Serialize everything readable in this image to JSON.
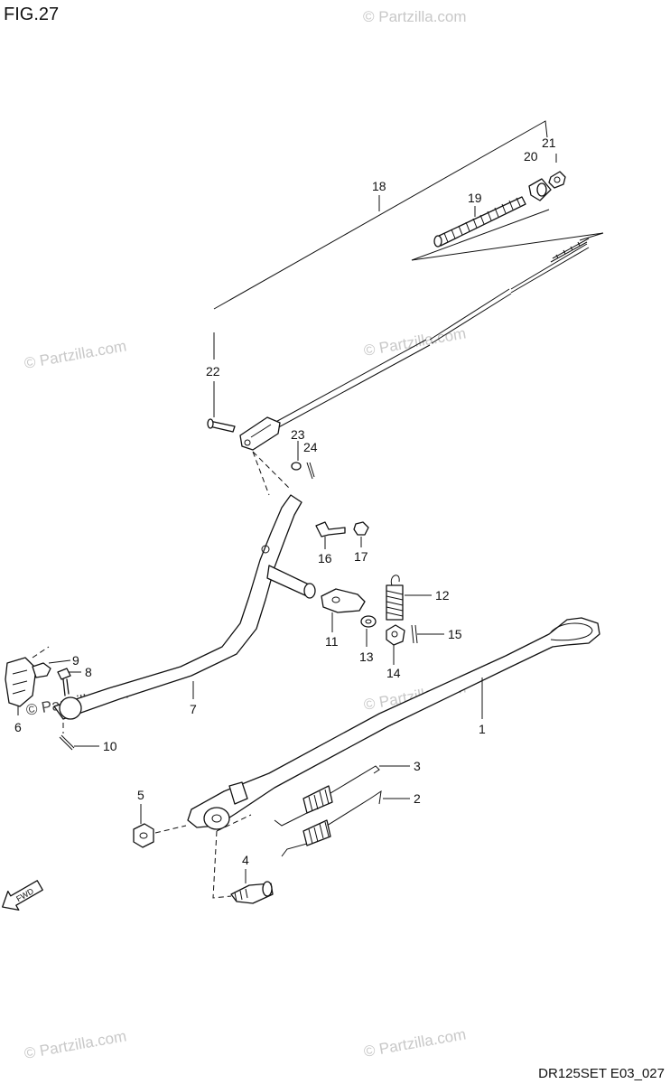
{
  "figure": {
    "title": "FIG.27",
    "code": "DR125SET E03_027"
  },
  "watermark": {
    "text": "© Partzilla.com"
  },
  "callouts": {
    "c1": "1",
    "c2": "2",
    "c3": "3",
    "c4": "4",
    "c5": "5",
    "c6": "6",
    "c7": "7",
    "c8": "8",
    "c9": "9",
    "c10": "10",
    "c11": "11",
    "c12": "12",
    "c13": "13",
    "c14": "14",
    "c15": "15",
    "c16": "16",
    "c17": "17",
    "c18": "18",
    "c19": "19",
    "c20": "20",
    "c21": "21",
    "c22": "22",
    "c23": "23",
    "c24": "24"
  },
  "direction_arrow": {
    "text": "FWD"
  },
  "colors": {
    "line": "#111111",
    "watermark": "#c8c8c8",
    "background": "#ffffff"
  }
}
